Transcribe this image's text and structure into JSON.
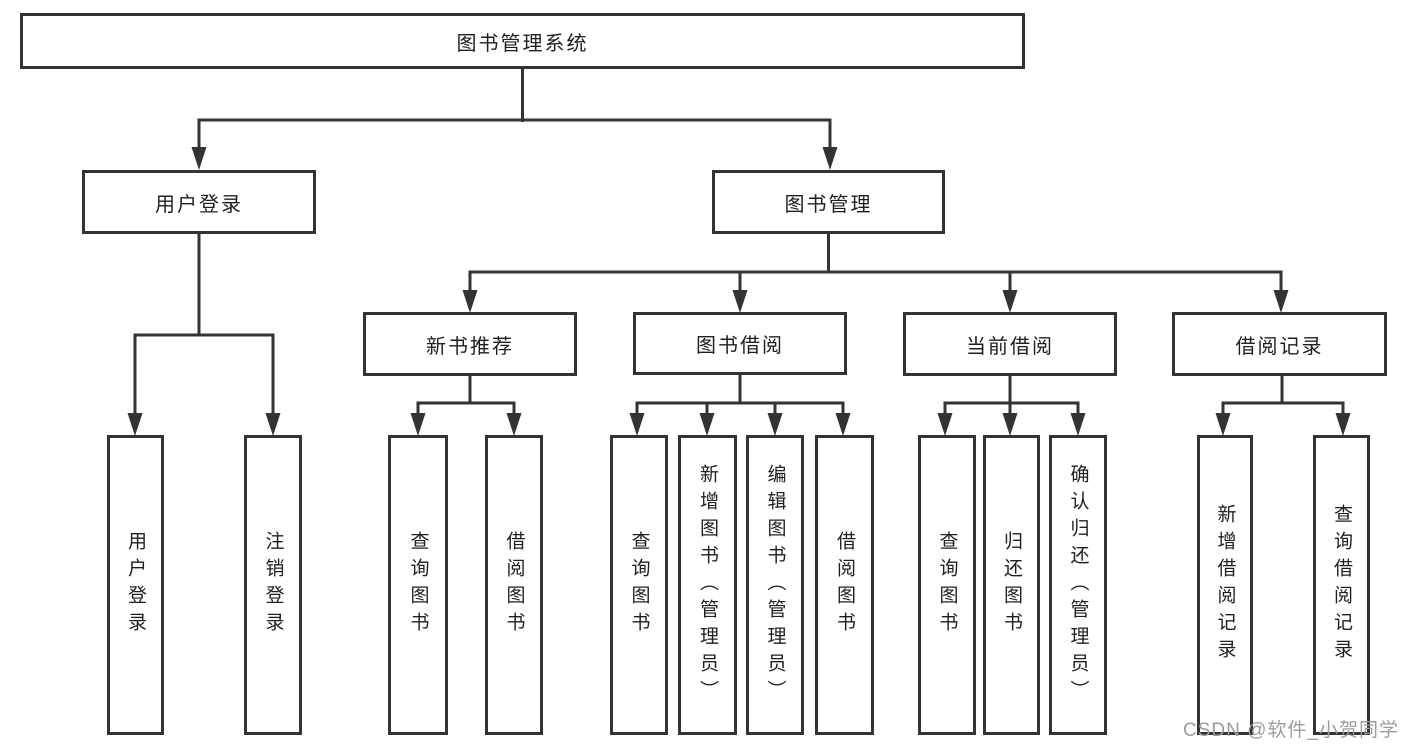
{
  "nodes": {
    "root": "图书管理系统",
    "user_login": "用户登录",
    "book_management": "图书管理",
    "new_book_recommend": "新书推荐",
    "book_borrow": "图书借阅",
    "current_borrow": "当前借阅",
    "borrow_records": "借阅记录"
  },
  "leaves": {
    "user_login": [
      "用户登录",
      "注销登录"
    ],
    "new_book_recommend": [
      "查询图书",
      "借阅图书"
    ],
    "book_borrow": [
      "查询图书",
      "新增图书（管理员）",
      "编辑图书（管理员）",
      "借阅图书"
    ],
    "current_borrow": [
      "查询图书",
      "归还图书",
      "确认归还（管理员）"
    ],
    "borrow_records": [
      "新增借阅记录",
      "查询借阅记录"
    ]
  },
  "watermark": "CSDN @软件_小贺同学",
  "colors": {
    "line": "#333333",
    "text": "#1f1f1f",
    "watermark": "#9c9c9c",
    "background": "#ffffff"
  }
}
